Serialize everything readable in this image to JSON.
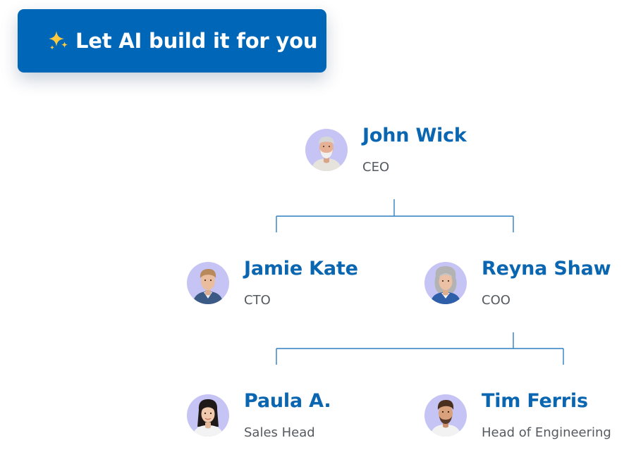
{
  "action": {
    "label": "Let AI build it for you",
    "icon": "sparkles-icon"
  },
  "org_chart": {
    "nodes": [
      {
        "id": "john",
        "name": "John Wick",
        "role": "CEO"
      },
      {
        "id": "jamie",
        "name": "Jamie Kate",
        "role": "CTO"
      },
      {
        "id": "reyna",
        "name": "Reyna Shaw",
        "role": "COO"
      },
      {
        "id": "paula",
        "name": "Paula A.",
        "role": "Sales Head"
      },
      {
        "id": "tim",
        "name": "Tim Ferris",
        "role": "Head of Engineering"
      }
    ],
    "edges": [
      [
        "john",
        "jamie"
      ],
      [
        "john",
        "reyna"
      ],
      [
        "reyna",
        "paula"
      ],
      [
        "reyna",
        "tim"
      ]
    ]
  },
  "colors": {
    "button_bg": "#0067b8",
    "name_text": "#0a66b0",
    "role_text": "#555a60",
    "connector": "#2f7fc1",
    "avatar_bg": "#c6c3f5"
  }
}
